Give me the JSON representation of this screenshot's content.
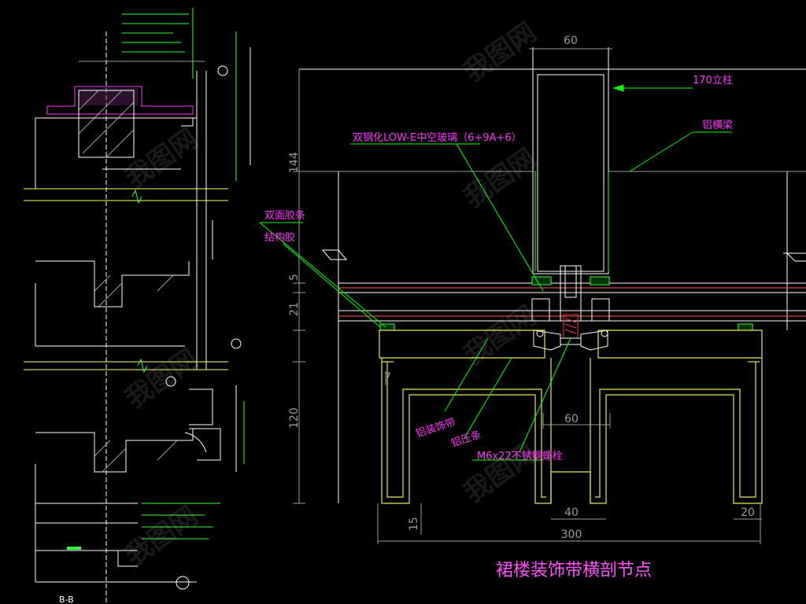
{
  "drawing_title": "裙楼装饰带横剖节点",
  "section_mark": "B-B",
  "callouts": {
    "mullion": "170立柱",
    "transom": "铝横梁",
    "glass": "双钢化LOW-E中空玻璃（6+9A+6）",
    "double_tape": "双面胶条",
    "structural_sealant": "结构胶",
    "deco_band": "铝装饰带",
    "pressure_plate": "铝压条",
    "bolt": "M6x22不锈钢螺栓"
  },
  "dimensions": {
    "top_width": "60",
    "left_144": "144",
    "left_5": "5",
    "left_21": "21",
    "left_7": "7",
    "left_120": "120",
    "left_15": "15",
    "mid_60": "60",
    "bottom_40": "40",
    "bottom_20": "20",
    "bottom_300": "300"
  },
  "watermark": "我图网",
  "colors": {
    "background": "#000000",
    "profile": "#ffffff",
    "leader": "#00ff00",
    "label": "#ff33ff",
    "dimension": "#9a9a9a",
    "deco": "#e8e85a"
  }
}
